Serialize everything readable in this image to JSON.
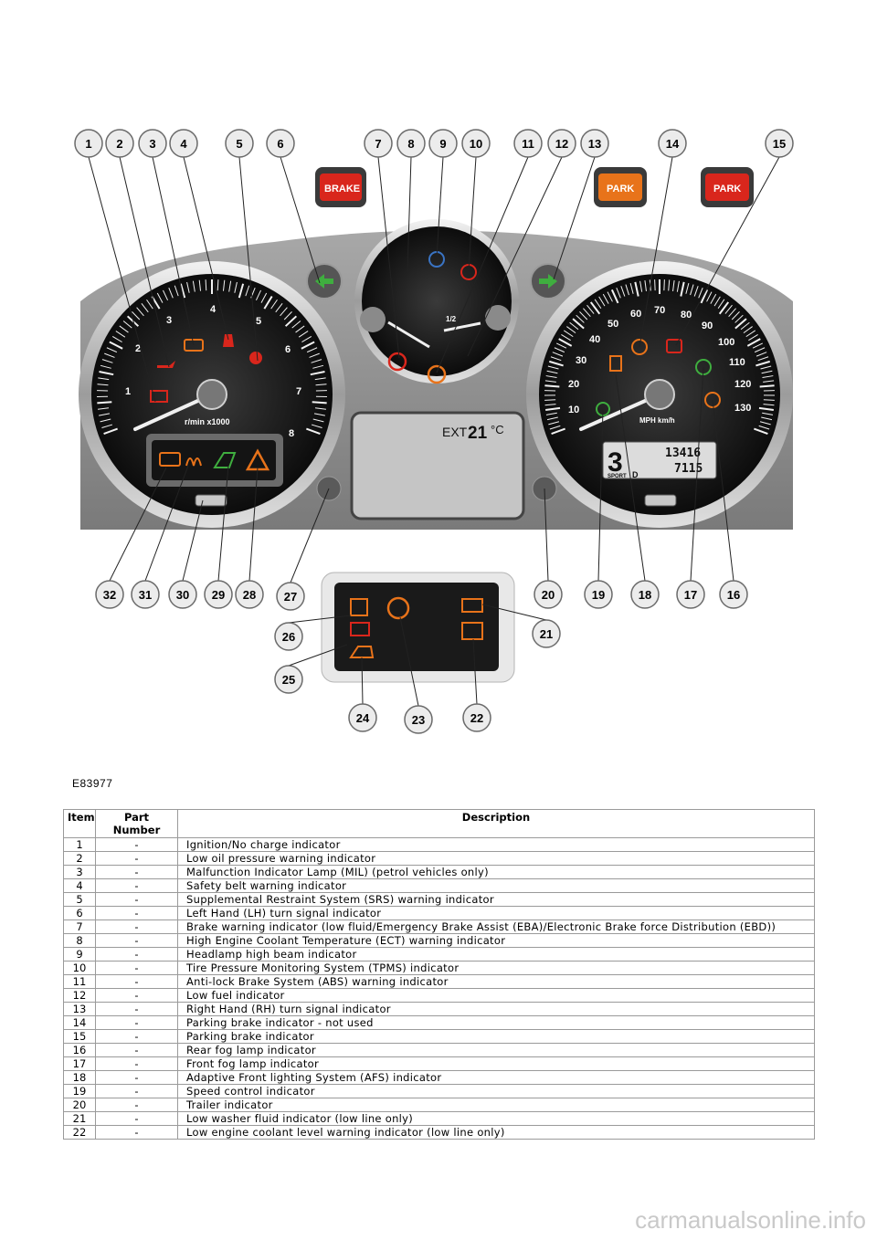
{
  "figure": {
    "id": "E83977",
    "callouts": [
      "1",
      "2",
      "3",
      "4",
      "5",
      "6",
      "7",
      "8",
      "9",
      "10",
      "11",
      "12",
      "13",
      "14",
      "15",
      "16",
      "17",
      "18",
      "19",
      "20",
      "21",
      "22",
      "23",
      "24",
      "25",
      "26",
      "27",
      "28",
      "29",
      "30",
      "31",
      "32"
    ],
    "warning_labels": {
      "brake": "BRAKE",
      "park_left": "PARK",
      "park_right": "PARK"
    },
    "tachometer": {
      "ticks": [
        "1",
        "2",
        "3",
        "4",
        "5",
        "6",
        "7",
        "8"
      ],
      "unit_label": "r/min x1000"
    },
    "speedometer": {
      "mph_ticks": [
        "10",
        "20",
        "30",
        "40",
        "50",
        "60",
        "70",
        "80",
        "90",
        "100",
        "110",
        "120",
        "130"
      ],
      "unit_label": "MPH km/h"
    },
    "center_gauge": {
      "fuel_half": "1/2"
    },
    "center_display": {
      "temp_prefix": "EXT",
      "temp_value": "21",
      "temp_unit": "°C"
    },
    "odometer": {
      "gear": "3",
      "gear_mode": "SPORT",
      "drive": "D",
      "trip": "13416",
      "total": "7115"
    },
    "colors": {
      "warning_red": "#d9261c",
      "amber": "#e8731a",
      "green": "#3fae3f",
      "blue": "#3a74c4",
      "cluster_gray": "#8f8f8f"
    }
  },
  "table": {
    "headers": {
      "item": "Item",
      "part_number_line1": "Part",
      "part_number_line2": "Number",
      "description": "Description"
    },
    "rows": [
      {
        "item": "1",
        "part": "-",
        "description": "Ignition/No charge indicator"
      },
      {
        "item": "2",
        "part": "-",
        "description": "Low oil pressure warning indicator"
      },
      {
        "item": "3",
        "part": "-",
        "description": "Malfunction Indicator Lamp (MIL) (petrol vehicles only)"
      },
      {
        "item": "4",
        "part": "-",
        "description": "Safety belt warning indicator"
      },
      {
        "item": "5",
        "part": "-",
        "description": "Supplemental Restraint System (SRS) warning indicator"
      },
      {
        "item": "6",
        "part": "-",
        "description": "Left Hand (LH) turn signal indicator"
      },
      {
        "item": "7",
        "part": "-",
        "description": "Brake warning indicator (low fluid/Emergency Brake Assist (EBA)/Electronic Brake force Distribution (EBD))"
      },
      {
        "item": "8",
        "part": "-",
        "description": "High Engine Coolant Temperature (ECT) warning indicator"
      },
      {
        "item": "9",
        "part": "-",
        "description": "Headlamp high beam indicator"
      },
      {
        "item": "10",
        "part": "-",
        "description": "Tire Pressure Monitoring System (TPMS) indicator"
      },
      {
        "item": "11",
        "part": "-",
        "description": "Anti-lock Brake System (ABS) warning indicator"
      },
      {
        "item": "12",
        "part": "-",
        "description": "Low fuel indicator"
      },
      {
        "item": "13",
        "part": "-",
        "description": "Right Hand (RH) turn signal indicator"
      },
      {
        "item": "14",
        "part": "-",
        "description": "Parking brake indicator - not used"
      },
      {
        "item": "15",
        "part": "-",
        "description": "Parking brake indicator"
      },
      {
        "item": "16",
        "part": "-",
        "description": "Rear fog lamp indicator"
      },
      {
        "item": "17",
        "part": "-",
        "description": "Front fog lamp indicator"
      },
      {
        "item": "18",
        "part": "-",
        "description": "Adaptive Front lighting System (AFS) indicator"
      },
      {
        "item": "19",
        "part": "-",
        "description": "Speed control indicator"
      },
      {
        "item": "20",
        "part": "-",
        "description": "Trailer indicator"
      },
      {
        "item": "21",
        "part": "-",
        "description": "Low washer fluid indicator (low line only)"
      },
      {
        "item": "22",
        "part": "-",
        "description": "Low engine coolant level warning indicator (low line only)"
      }
    ]
  },
  "watermark": "carmanualsonline.info"
}
